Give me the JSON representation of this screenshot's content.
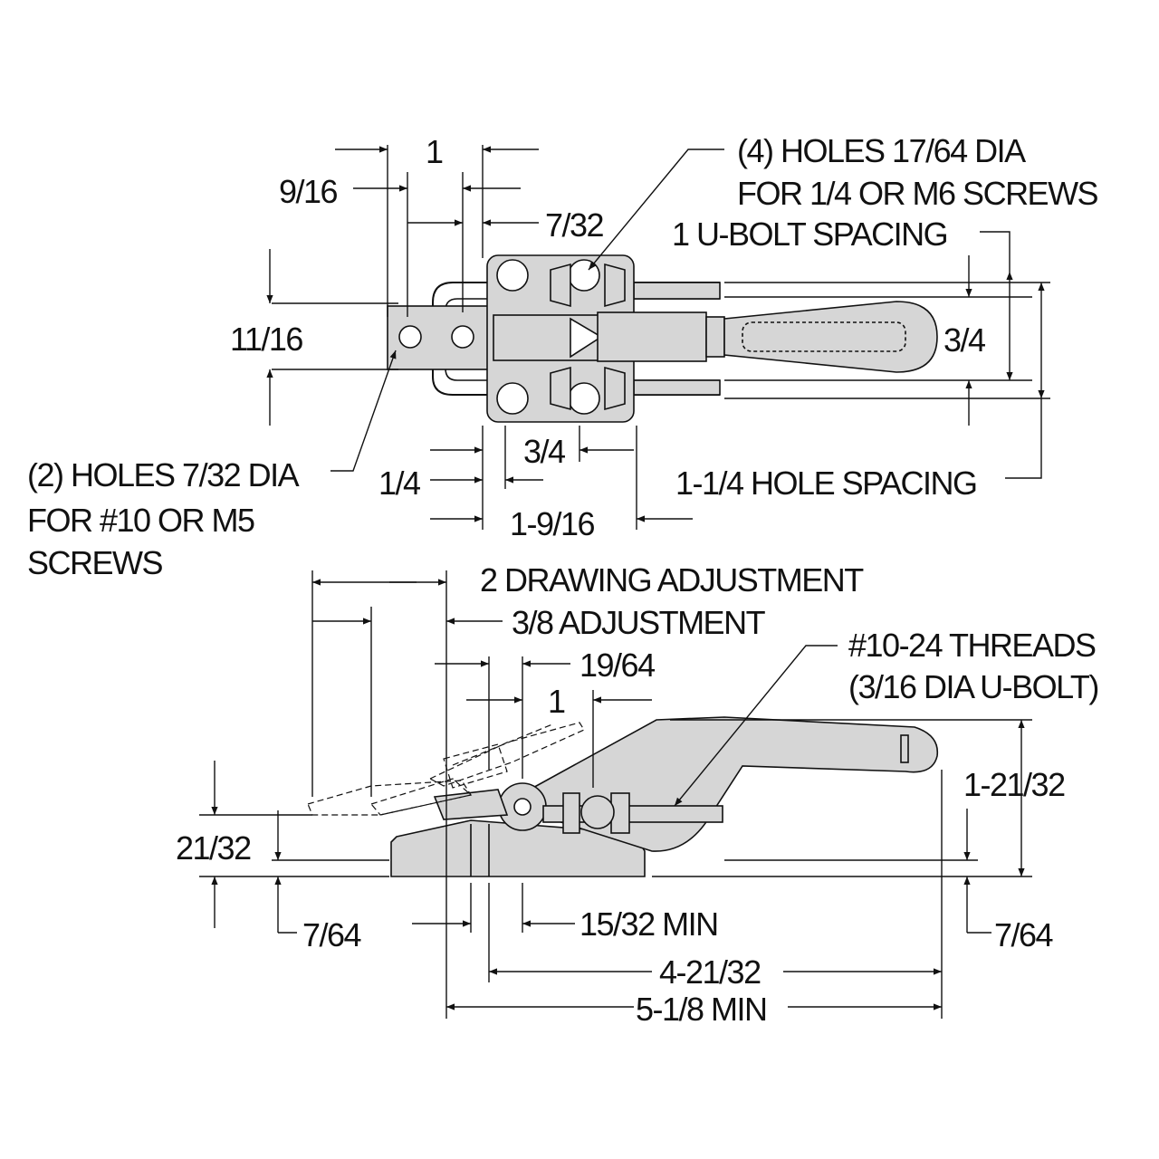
{
  "top_view": {
    "dims": {
      "d_1": "1",
      "d_9_16": "9/16",
      "d_7_32": "7/32",
      "d_11_16": "11/16",
      "d_3_4_vert": "3/4",
      "d_1_4": "1/4",
      "d_3_4_horiz": "3/4",
      "d_1_9_16": "1-9/16",
      "ubolt_spacing": "1 U-BOLT SPACING",
      "hole_spacing": "1-1/4 HOLE SPACING"
    },
    "callouts": {
      "holes4_line1": "(4) HOLES 17/64 DIA",
      "holes4_line2": "FOR 1/4 OR M6 SCREWS",
      "holes2_line1": "(2) HOLES 7/32 DIA",
      "holes2_line2": "FOR #10 OR M5",
      "holes2_line3": "SCREWS"
    }
  },
  "side_view": {
    "dims": {
      "drawing_adjustment": "2 DRAWING ADJUSTMENT",
      "adjustment": "3/8 ADJUSTMENT",
      "d_19_64": "19/64",
      "d_1": "1",
      "d_1_21_32": "1-21/32",
      "d_21_32": "21/32",
      "d_7_64_left": "7/64",
      "d_15_32_min": "15/32 MIN",
      "d_7_64_right": "7/64",
      "d_4_21_32": "4-21/32",
      "d_5_1_8_min": "5-1/8 MIN"
    },
    "callouts": {
      "threads_line1": "#10-24 THREADS",
      "threads_line2": "(3/16 DIA U-BOLT)"
    }
  },
  "colors": {
    "part_fill": "#d6d6d6",
    "line": "#111111",
    "background": "#ffffff"
  }
}
